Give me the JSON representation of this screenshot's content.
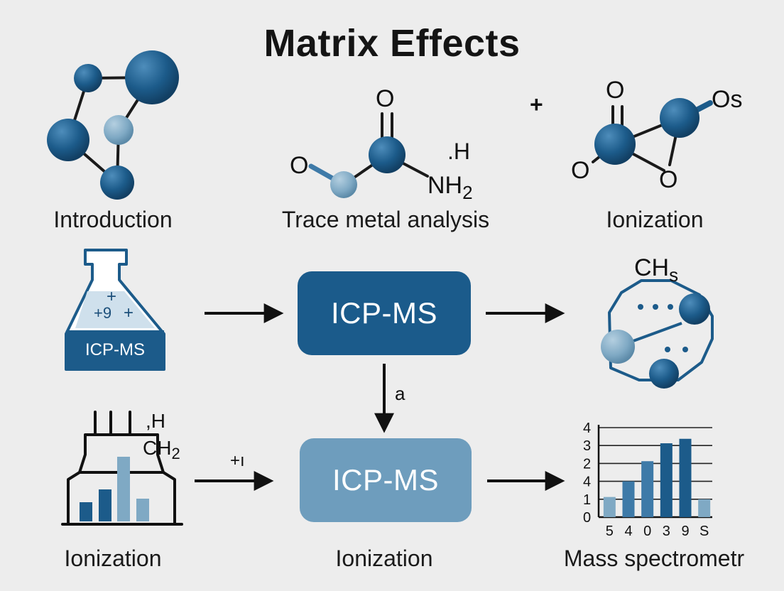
{
  "title": "Matrix Effects",
  "labels": {
    "introduction": "Introduction",
    "trace": "Trace metal analysis",
    "ionization_top": "Ionization",
    "ionization_bottom_left": "Ionization",
    "ionization_bottom_center": "Ionization",
    "mass_spec": "Mass spectrometr"
  },
  "boxes": {
    "center_top": "ICP-MS",
    "center_bottom": "ICP-MS"
  },
  "flask": {
    "label": "ICP-MS",
    "plus_a": "+",
    "charge": "+9",
    "plus_b": "+"
  },
  "molecules": {
    "trace_o": "O",
    "trace_top_o": "O",
    "trace_h": ".H",
    "trace_nh2": "NH",
    "trace_nh2_sub": "2",
    "ion_plus": "+",
    "ion_o_top": "O",
    "ion_os": "Os",
    "ion_o_left": "O",
    "ion_o_bottom": "O",
    "ring_ch": "CH",
    "ring_ch_sub": "s",
    "factory_h": ",H",
    "factory_ch": "CH",
    "factory_ch_sub": "2"
  },
  "arrows": {
    "down_label": "a",
    "bottom_left_label": "+ı"
  },
  "chart_data": {
    "type": "bar",
    "y_tick_labels": [
      "4",
      "3",
      "2",
      "4",
      "1",
      "0"
    ],
    "x_tick_labels": [
      "5",
      "4",
      "0",
      "3",
      "9",
      "S"
    ],
    "grid": true,
    "bars": [
      {
        "value": 0.9,
        "shade": "light"
      },
      {
        "value": 1.6,
        "shade": "medium"
      },
      {
        "value": 2.5,
        "shade": "medium"
      },
      {
        "value": 3.3,
        "shade": "dark"
      },
      {
        "value": 3.5,
        "shade": "dark"
      },
      {
        "value": 0.8,
        "shade": "light"
      }
    ],
    "ylim": [
      0,
      4
    ]
  },
  "colors": {
    "dark_blue": "#1c5b8a",
    "mid_blue": "#3e7aa8",
    "light_blue": "#7fa9c4",
    "pale_blue": "#cfe0ec",
    "box_dark": "#1b5b8b",
    "box_light": "#6e9dbd",
    "stroke": "#111111"
  }
}
